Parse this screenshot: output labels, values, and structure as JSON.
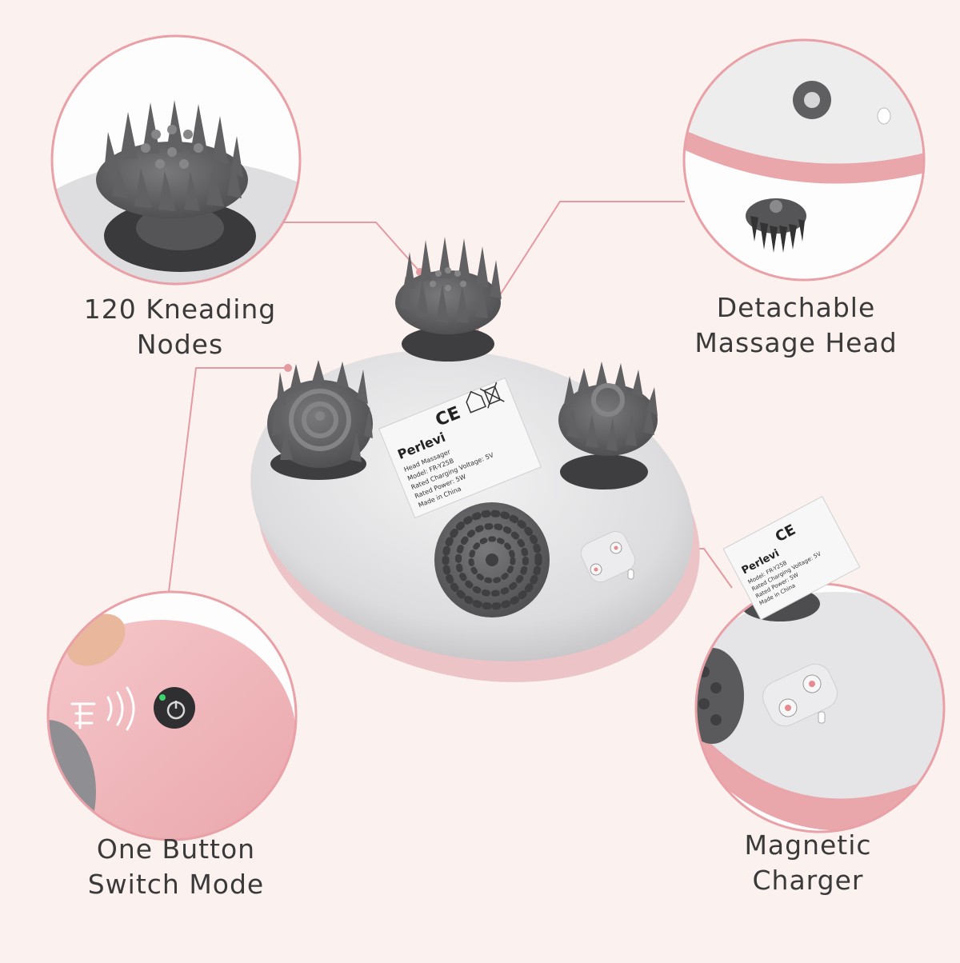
{
  "features": {
    "kneading": {
      "line1": "120 Kneading",
      "line2": "Nodes"
    },
    "detachable": {
      "line1": "Detachable",
      "line2": "Massage Head"
    },
    "button": {
      "line1": "One Button",
      "line2": "Switch Mode"
    },
    "charger": {
      "line1": "Magnetic",
      "line2": "Charger"
    }
  },
  "label": {
    "brand": "Perlevi",
    "lines": [
      "Head Massager",
      "Model: FR-Y25B",
      "Rated Charging Voltage: 5V",
      "Rated Power: 5W",
      "Made in China"
    ],
    "ce": "CE"
  },
  "colors": {
    "accent_pink": "#e9a0a6",
    "background": "#fbf1ef",
    "device_grey": "#e3e3e5",
    "node_grey": "#5f5f62",
    "device_pink": "#f1b6bb",
    "power_led": "#3cd46a"
  },
  "icons": [
    "hand-touch-icon",
    "power-button-icon",
    "ce-mark-icon",
    "weee-bin-icon",
    "house-icon"
  ]
}
